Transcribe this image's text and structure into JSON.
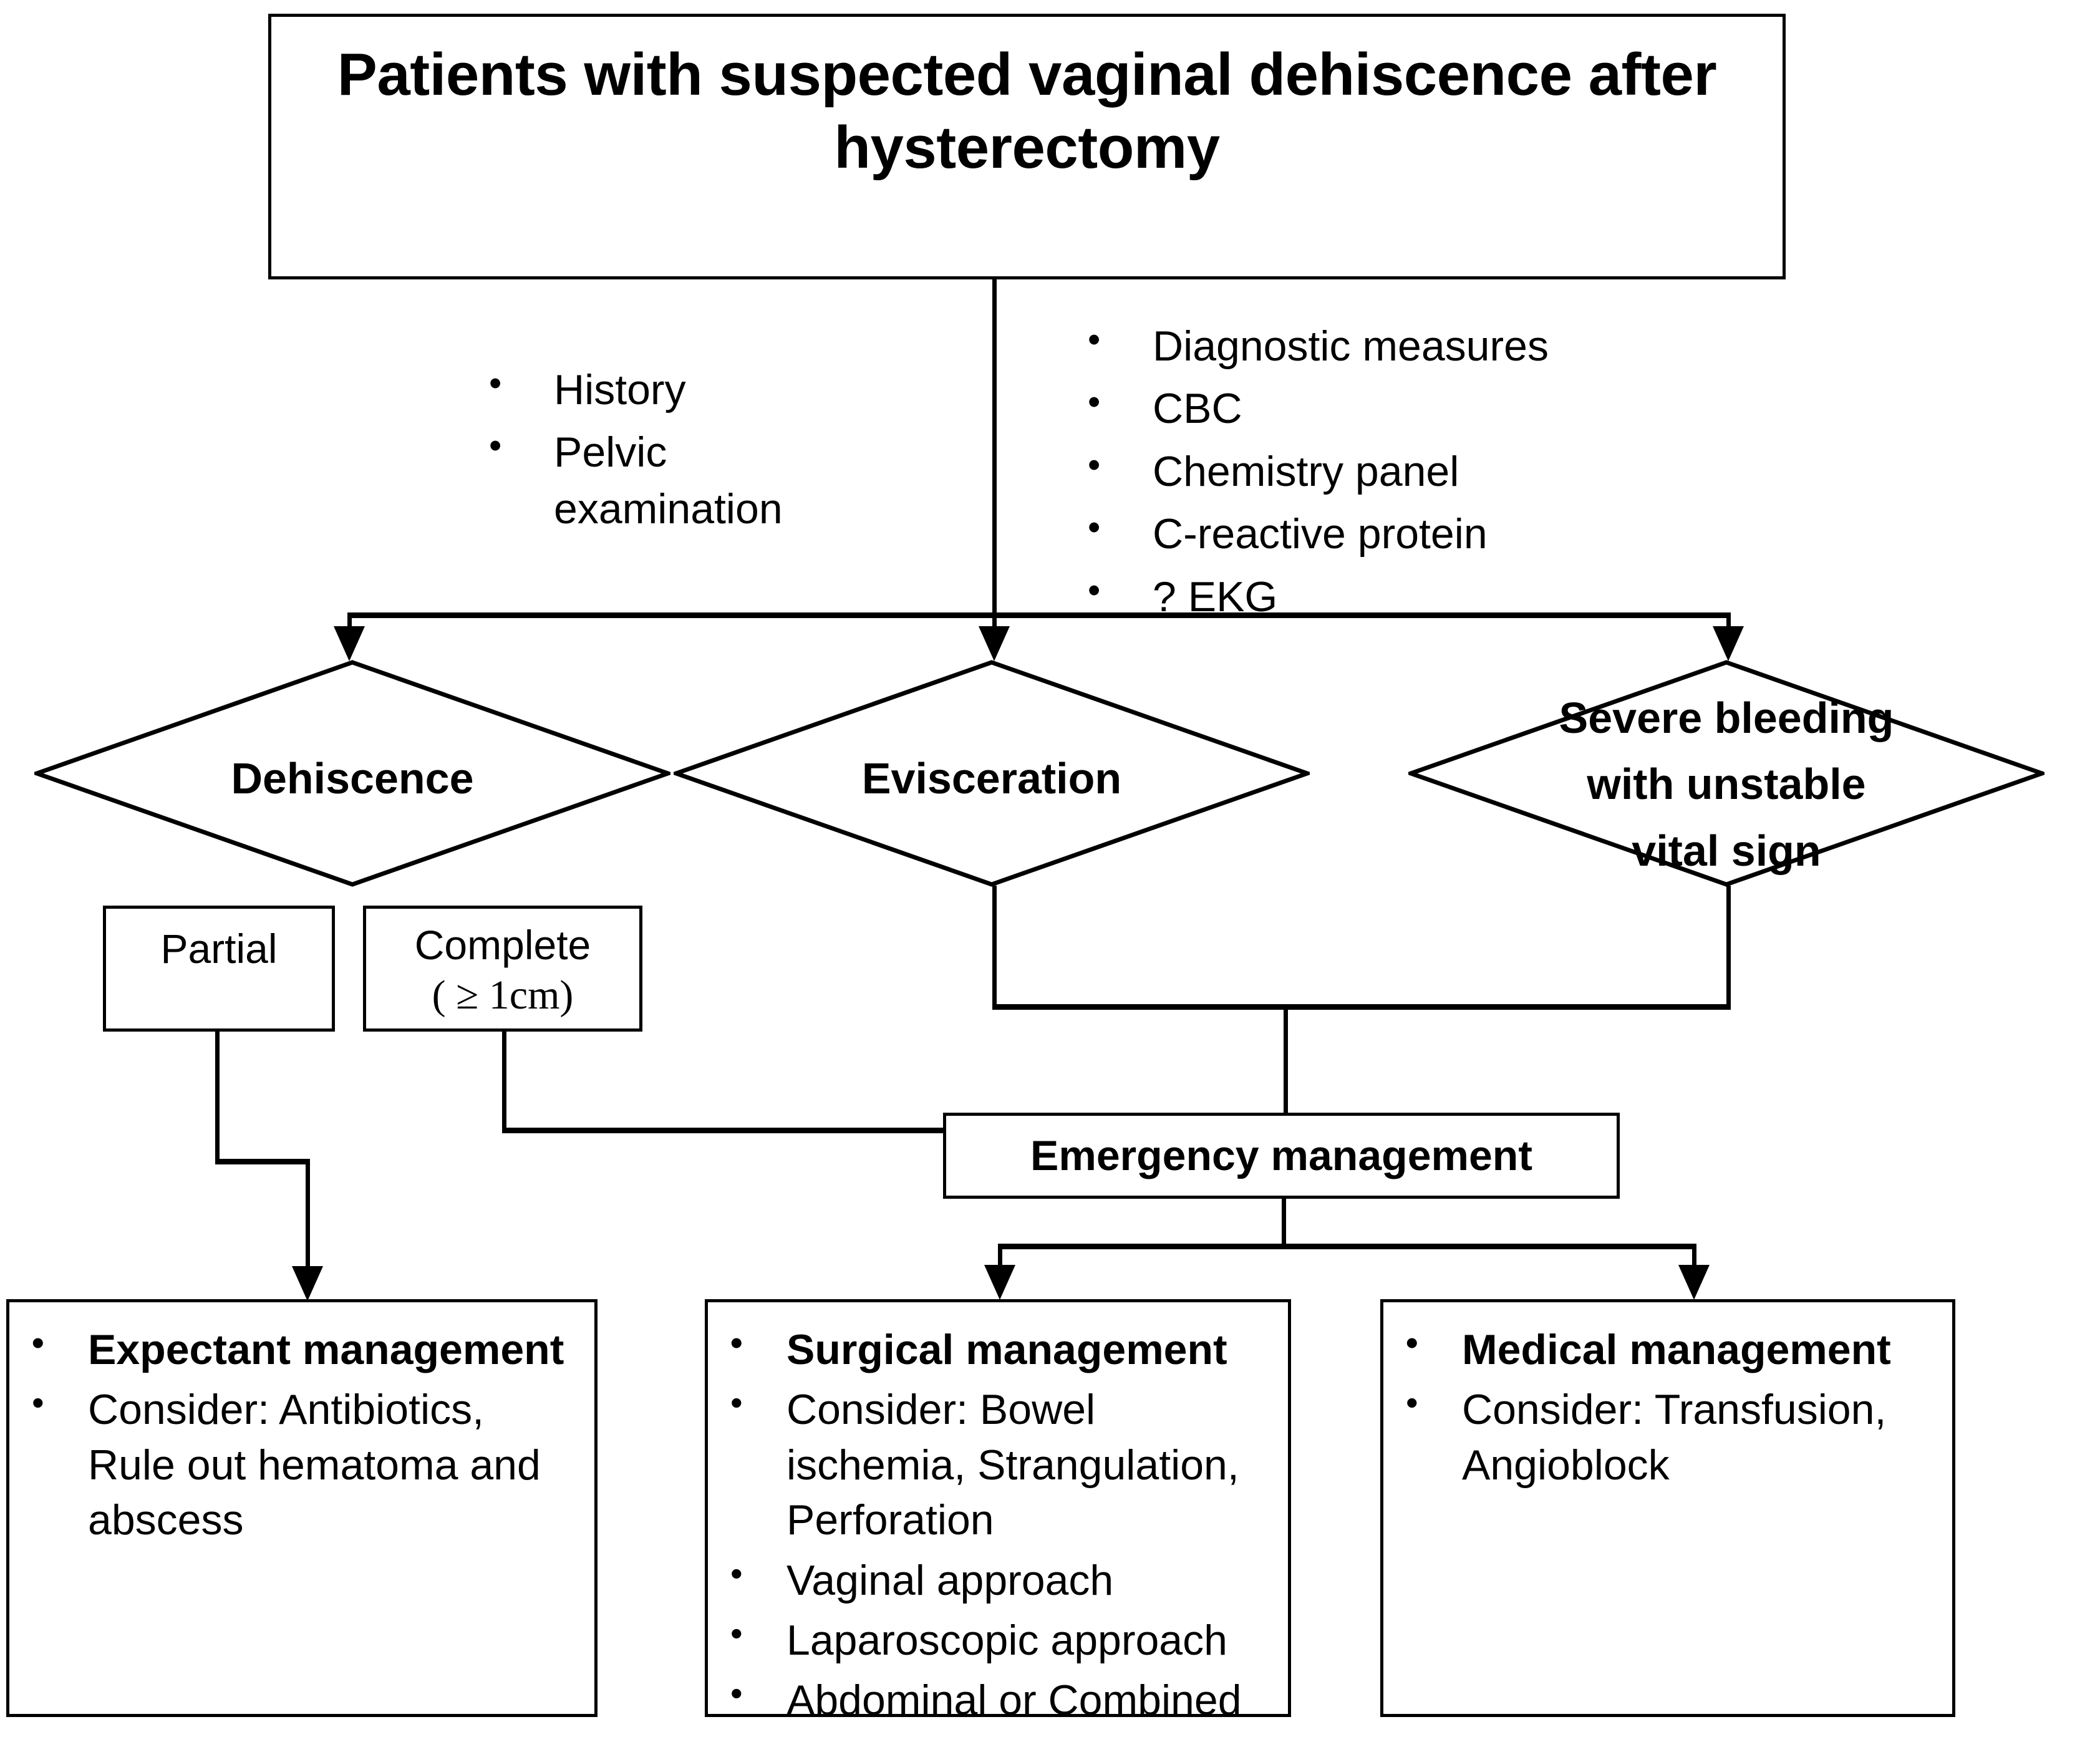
{
  "diagram": {
    "type": "clinical-management-flowchart",
    "title_box": {
      "text": "Patients with suspected vaginal dehiscence after hysterectomy"
    },
    "assessment_lists": [
      {
        "name": "clinical-assessment",
        "items": [
          "History",
          "Pelvic examination"
        ]
      },
      {
        "name": "diagnostic-workup",
        "items": [
          "Diagnostic measures",
          "CBC",
          "Chemistry panel",
          "C-reactive protein",
          "? EKG"
        ]
      }
    ],
    "decisions": [
      {
        "id": "dehiscence",
        "label": "Dehiscence"
      },
      {
        "id": "evisceration",
        "label": "Evisceration"
      },
      {
        "id": "severe-bleeding",
        "label": "Severe bleeding\nwith unstable\nvital sign"
      }
    ],
    "severity_boxes": [
      {
        "id": "partial",
        "line1": "Partial",
        "line2": ""
      },
      {
        "id": "complete",
        "line1": "Complete",
        "line2": "( ≥ 1cm)"
      }
    ],
    "emergency_box": {
      "label": "Emergency management"
    },
    "outcomes": [
      {
        "id": "expectant",
        "items": [
          {
            "text": "Expectant management",
            "bold": true
          },
          {
            "text": "Consider: Antibiotics, Rule out hematoma and abscess",
            "bold": false
          }
        ]
      },
      {
        "id": "surgical",
        "items": [
          {
            "text": "Surgical management",
            "bold": true
          },
          {
            "text": "Consider: Bowel ischemia, Strangulation, Perforation",
            "bold": false
          },
          {
            "text": "Vaginal approach",
            "bold": false
          },
          {
            "text": "Laparoscopic approach",
            "bold": false
          },
          {
            "text": "Abdominal or Combined",
            "bold": false
          }
        ]
      },
      {
        "id": "medical",
        "items": [
          {
            "text": "Medical management",
            "bold": true
          },
          {
            "text": "Consider: Transfusion, Angioblock",
            "bold": false
          }
        ]
      }
    ],
    "colors": {
      "stroke": "#000000",
      "fill": "#ffffff",
      "text": "#000000"
    }
  }
}
